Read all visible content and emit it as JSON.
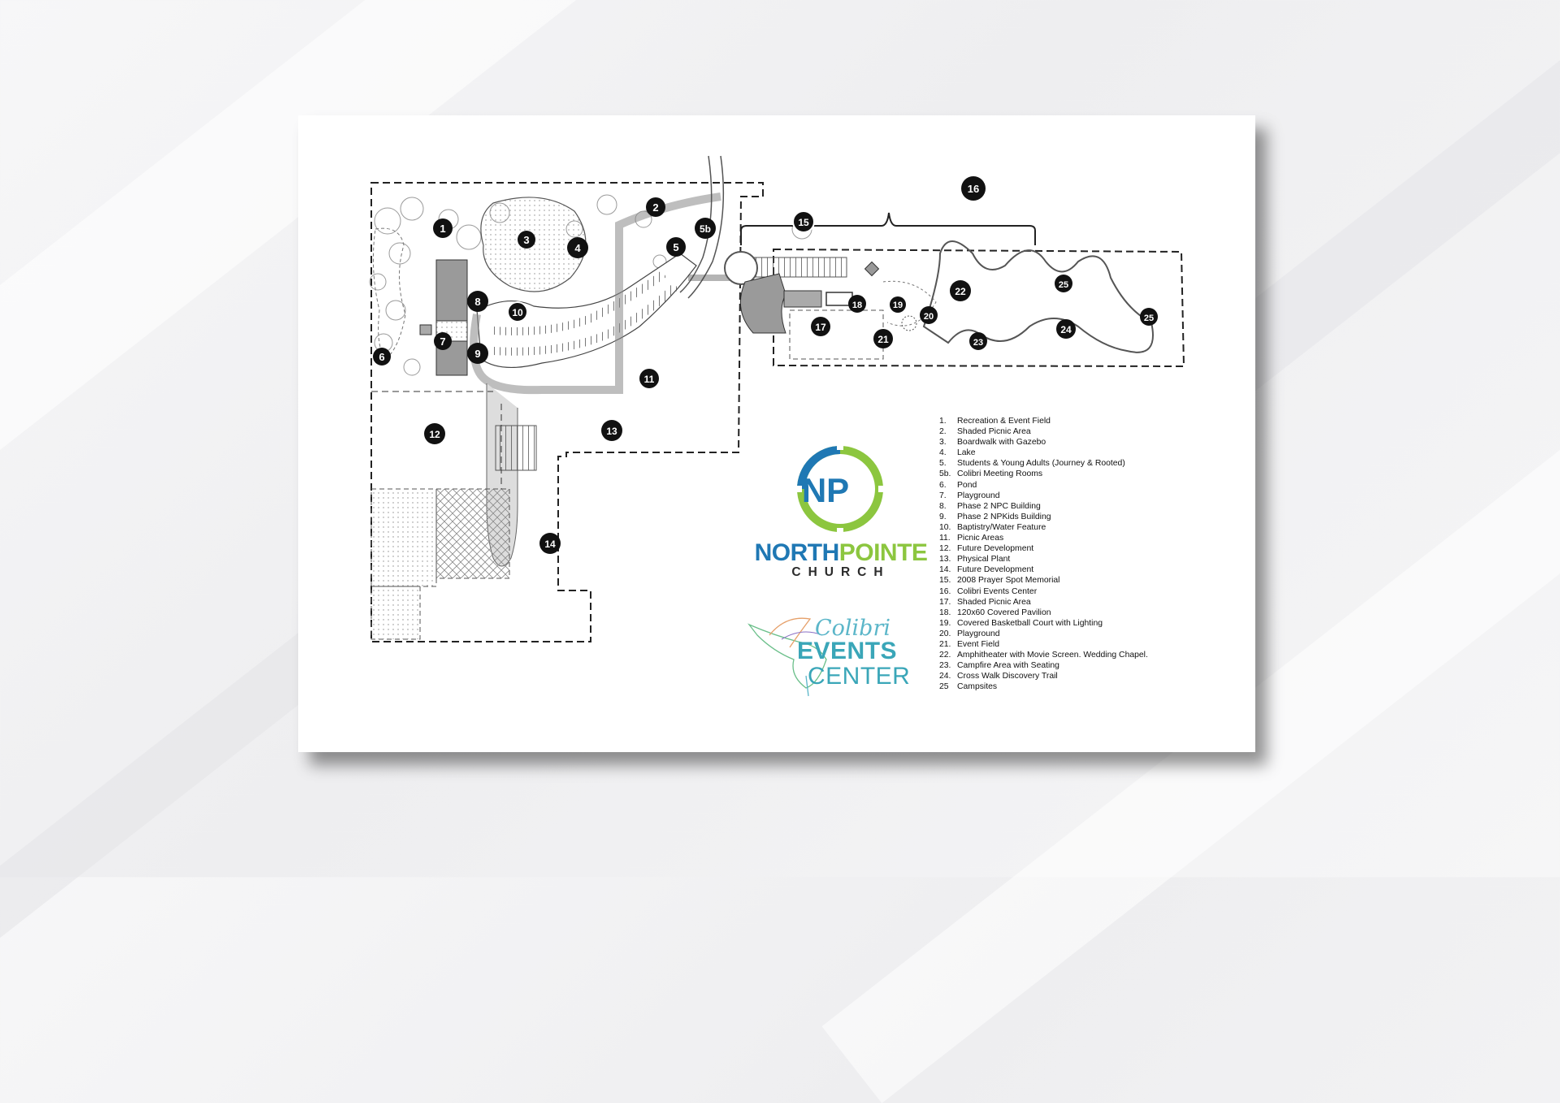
{
  "church_logo": {
    "initials": "NP",
    "name_part_1": "NORTH",
    "name_part_2": "POINTE",
    "subtitle": "CHURCH",
    "colors": {
      "blue": "#1f78b4",
      "green": "#8cc63f"
    }
  },
  "events_logo": {
    "script": "Colibri",
    "line1": "EVENTS",
    "line2": "CENTER",
    "icon": "hummingbird-icon",
    "color": "#3aa6b8"
  },
  "map_markers": [
    "1",
    "2",
    "3",
    "4",
    "5",
    "5b",
    "6",
    "7",
    "8",
    "9",
    "10",
    "11",
    "12",
    "13",
    "14",
    "15",
    "16",
    "17",
    "18",
    "19",
    "20",
    "21",
    "22",
    "23",
    "24",
    "25",
    "25"
  ],
  "legend": [
    {
      "num": "1.",
      "label": "Recreation & Event Field"
    },
    {
      "num": "2.",
      "label": "Shaded Picnic Area"
    },
    {
      "num": "3.",
      "label": "Boardwalk with Gazebo"
    },
    {
      "num": "4.",
      "label": "Lake"
    },
    {
      "num": "5.",
      "label": "Students & Young Adults (Journey & Rooted)"
    },
    {
      "num": "5b.",
      "label": "Colibri Meeting Rooms"
    },
    {
      "num": "6.",
      "label": "Pond"
    },
    {
      "num": "7.",
      "label": "Playground"
    },
    {
      "num": "8.",
      "label": "Phase 2 NPC Building"
    },
    {
      "num": "9.",
      "label": "Phase 2 NPKids Building"
    },
    {
      "num": "10.",
      "label": "Baptistry/Water Feature"
    },
    {
      "num": "11.",
      "label": "Picnic Areas"
    },
    {
      "num": "12.",
      "label": "Future Development"
    },
    {
      "num": "13.",
      "label": "Physical Plant"
    },
    {
      "num": "14.",
      "label": "Future Development"
    },
    {
      "num": "15.",
      "label": "2008 Prayer Spot Memorial"
    },
    {
      "num": "16.",
      "label": "Colibri Events Center"
    },
    {
      "num": "17.",
      "label": "Shaded Picnic Area"
    },
    {
      "num": "18.",
      "label": "120x60 Covered Pavilion"
    },
    {
      "num": "19.",
      "label": "Covered Basketball Court with Lighting"
    },
    {
      "num": "20.",
      "label": "Playground"
    },
    {
      "num": "21.",
      "label": "Event Field"
    },
    {
      "num": "22.",
      "label": "Amphitheater with Movie Screen. Wedding Chapel."
    },
    {
      "num": "23.",
      "label": "Campfire Area with Seating"
    },
    {
      "num": "24.",
      "label": "Cross Walk Discovery Trail"
    },
    {
      "num": "25",
      "label": "Campsites"
    }
  ]
}
